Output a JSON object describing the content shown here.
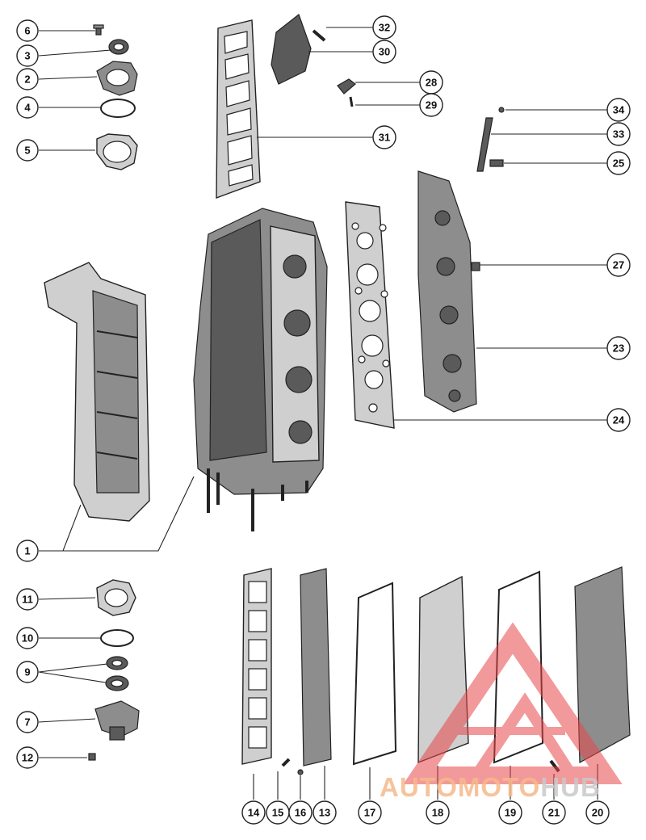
{
  "diagram": {
    "callouts": [
      "6",
      "3",
      "2",
      "4",
      "5",
      "1",
      "11",
      "10",
      "9",
      "7",
      "12",
      "32",
      "30",
      "31",
      "28",
      "29",
      "34",
      "33",
      "25",
      "27",
      "23",
      "24",
      "14",
      "15",
      "16",
      "13",
      "17",
      "18",
      "19",
      "21",
      "20"
    ]
  },
  "watermark": {
    "brand_part1": "AUTOMOTO",
    "brand_part2": "HUB",
    "colors": {
      "logo_red": "#e8474a",
      "text_orange": "#f5b98a",
      "text_gray": "#c9c9c9"
    }
  }
}
